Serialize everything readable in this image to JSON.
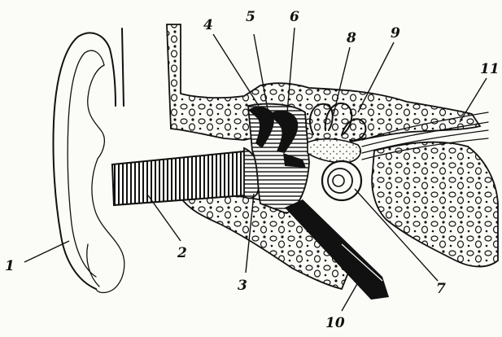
{
  "diagram": {
    "labels": [
      {
        "id": "1",
        "text": "1"
      },
      {
        "id": "2",
        "text": "2"
      },
      {
        "id": "3",
        "text": "3"
      },
      {
        "id": "4",
        "text": "4"
      },
      {
        "id": "5",
        "text": "5"
      },
      {
        "id": "6",
        "text": "6"
      },
      {
        "id": "7",
        "text": "7"
      },
      {
        "id": "8",
        "text": "8"
      },
      {
        "id": "9",
        "text": "9"
      },
      {
        "id": "10",
        "text": "10"
      },
      {
        "id": "11",
        "text": "11"
      }
    ]
  }
}
